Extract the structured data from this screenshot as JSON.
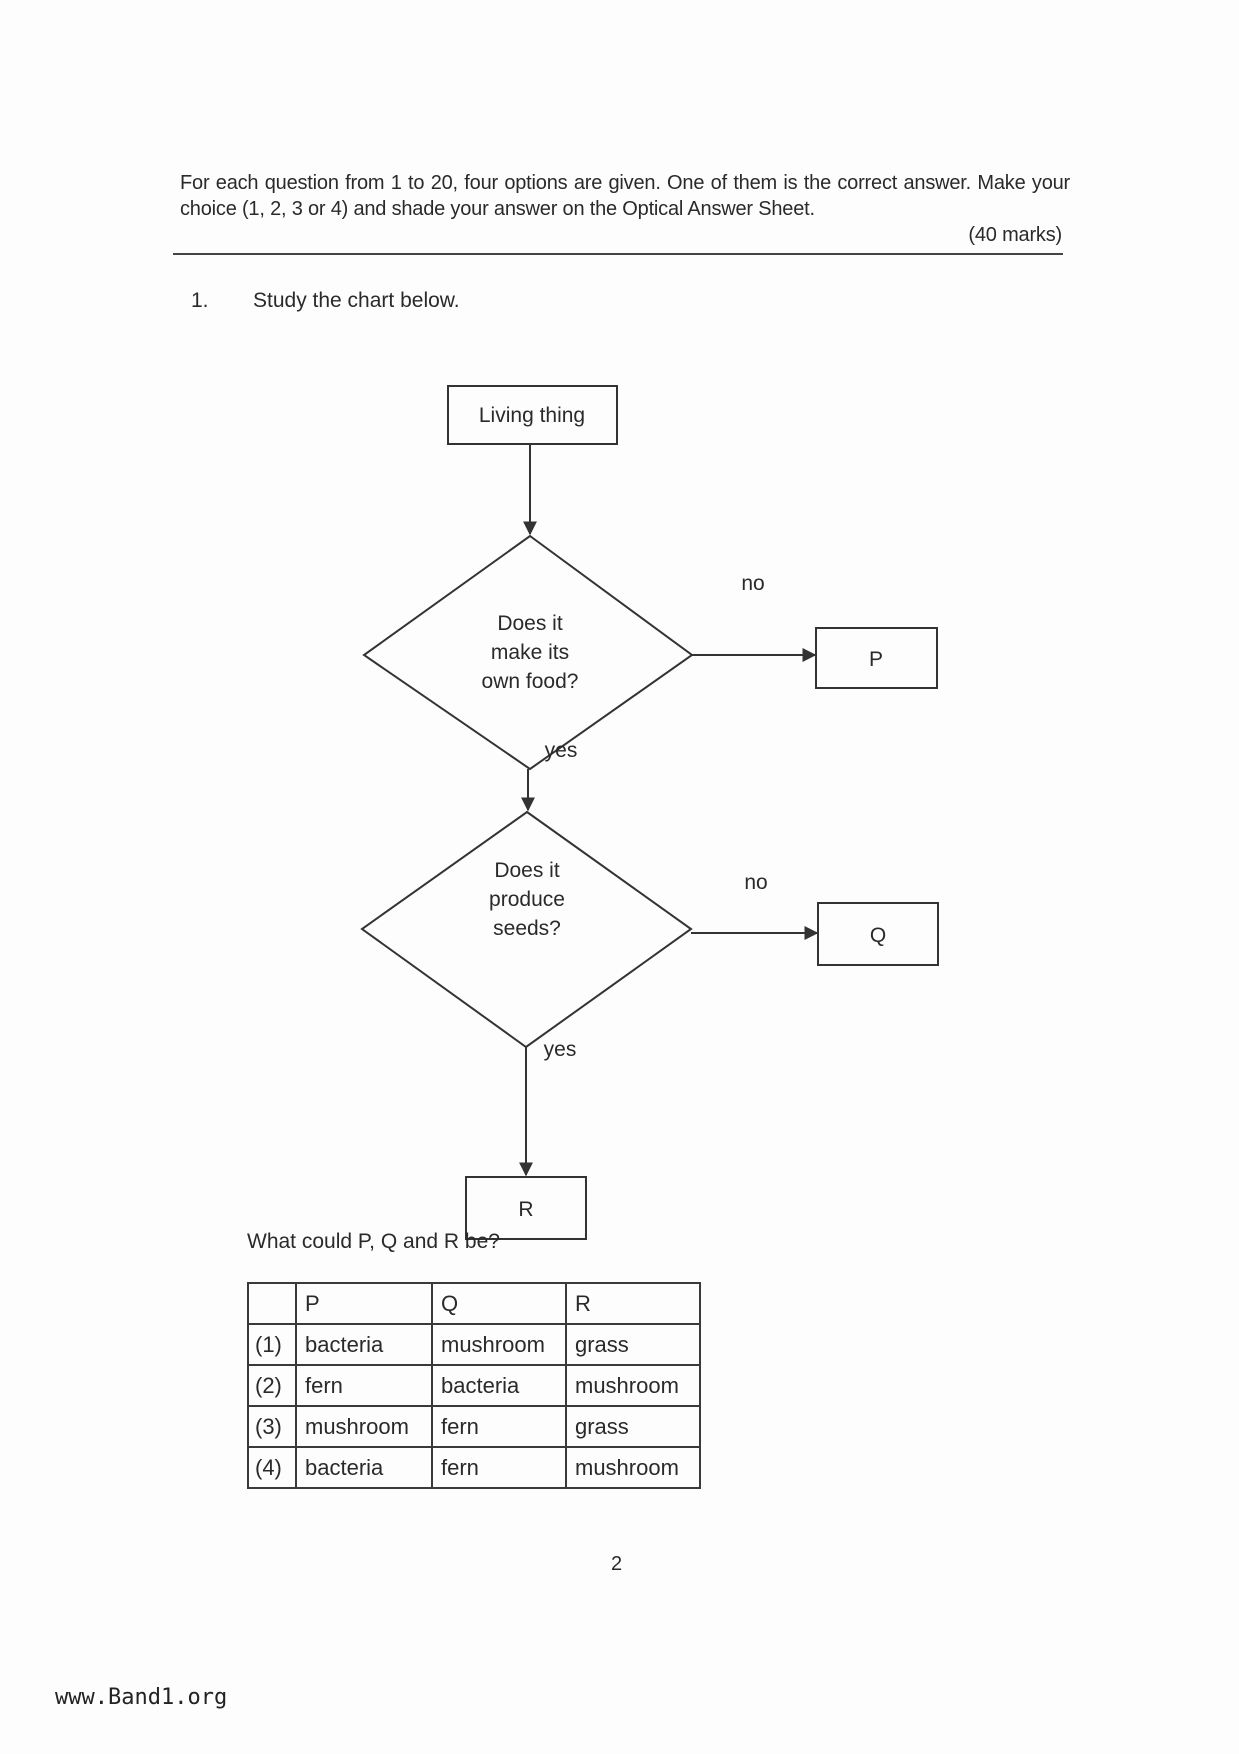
{
  "instructions": {
    "text": "For each question from 1 to 20, four options are given. One of them is the correct answer. Make your choice (1, 2, 3 or 4) and shade your answer on the Optical Answer Sheet.",
    "marks": "(40 marks)"
  },
  "question": {
    "number": "1.",
    "prompt": "Study the chart below.",
    "follow_up": "What could P, Q and R be?"
  },
  "flowchart": {
    "start": "Living thing",
    "decision1": [
      "Does it",
      "make its",
      "own food?"
    ],
    "decision2": [
      "Does it",
      "produce",
      "seeds?"
    ],
    "yes_label": "yes",
    "no_label": "no",
    "outcome_p": "P",
    "outcome_q": "Q",
    "outcome_r": "R"
  },
  "options_table": {
    "headers": [
      "",
      "P",
      "Q",
      "R"
    ],
    "rows": [
      [
        "(1)",
        "bacteria",
        "mushroom",
        "grass"
      ],
      [
        "(2)",
        "fern",
        "bacteria",
        "mushroom"
      ],
      [
        "(3)",
        "mushroom",
        "fern",
        "grass"
      ],
      [
        "(4)",
        "bacteria",
        "fern",
        "mushroom"
      ]
    ]
  },
  "page_number": "2",
  "watermark": "www.Band1.org"
}
